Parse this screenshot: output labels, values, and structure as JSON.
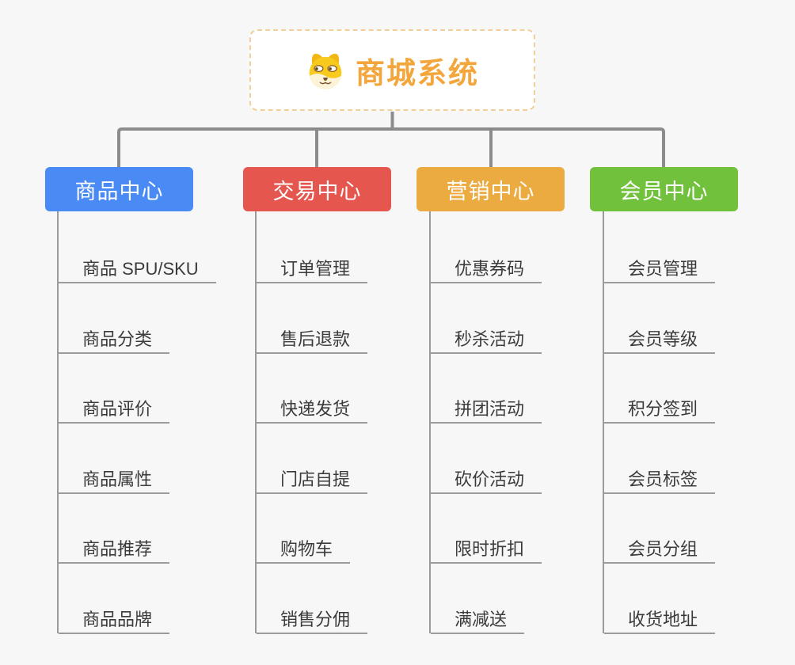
{
  "page": {
    "background_color": "#f7f7f7",
    "connector_color": "#8c8c8c",
    "leaf_line_color": "#9b9b9b",
    "leaf_text_color": "#3b3b3b"
  },
  "root": {
    "title": "商城系统",
    "icon": "dog-face-icon",
    "title_color": "#f2a63c",
    "border_color": "#f2cf9a"
  },
  "branches": [
    {
      "label": "商品中心",
      "color": "#4a8af4",
      "items": [
        "商品 SPU/SKU",
        "商品分类",
        "商品评价",
        "商品属性",
        "商品推荐",
        "商品品牌"
      ]
    },
    {
      "label": "交易中心",
      "color": "#e5564f",
      "items": [
        "订单管理",
        "售后退款",
        "快递发货",
        "门店自提",
        "购物车",
        "销售分佣"
      ]
    },
    {
      "label": "营销中心",
      "color": "#ecab40",
      "items": [
        "优惠券码",
        "秒杀活动",
        "拼团活动",
        "砍价活动",
        "限时折扣",
        "满减送"
      ]
    },
    {
      "label": "会员中心",
      "color": "#72c13c",
      "items": [
        "会员管理",
        "会员等级",
        "积分签到",
        "会员标签",
        "会员分组",
        "收货地址"
      ]
    }
  ]
}
